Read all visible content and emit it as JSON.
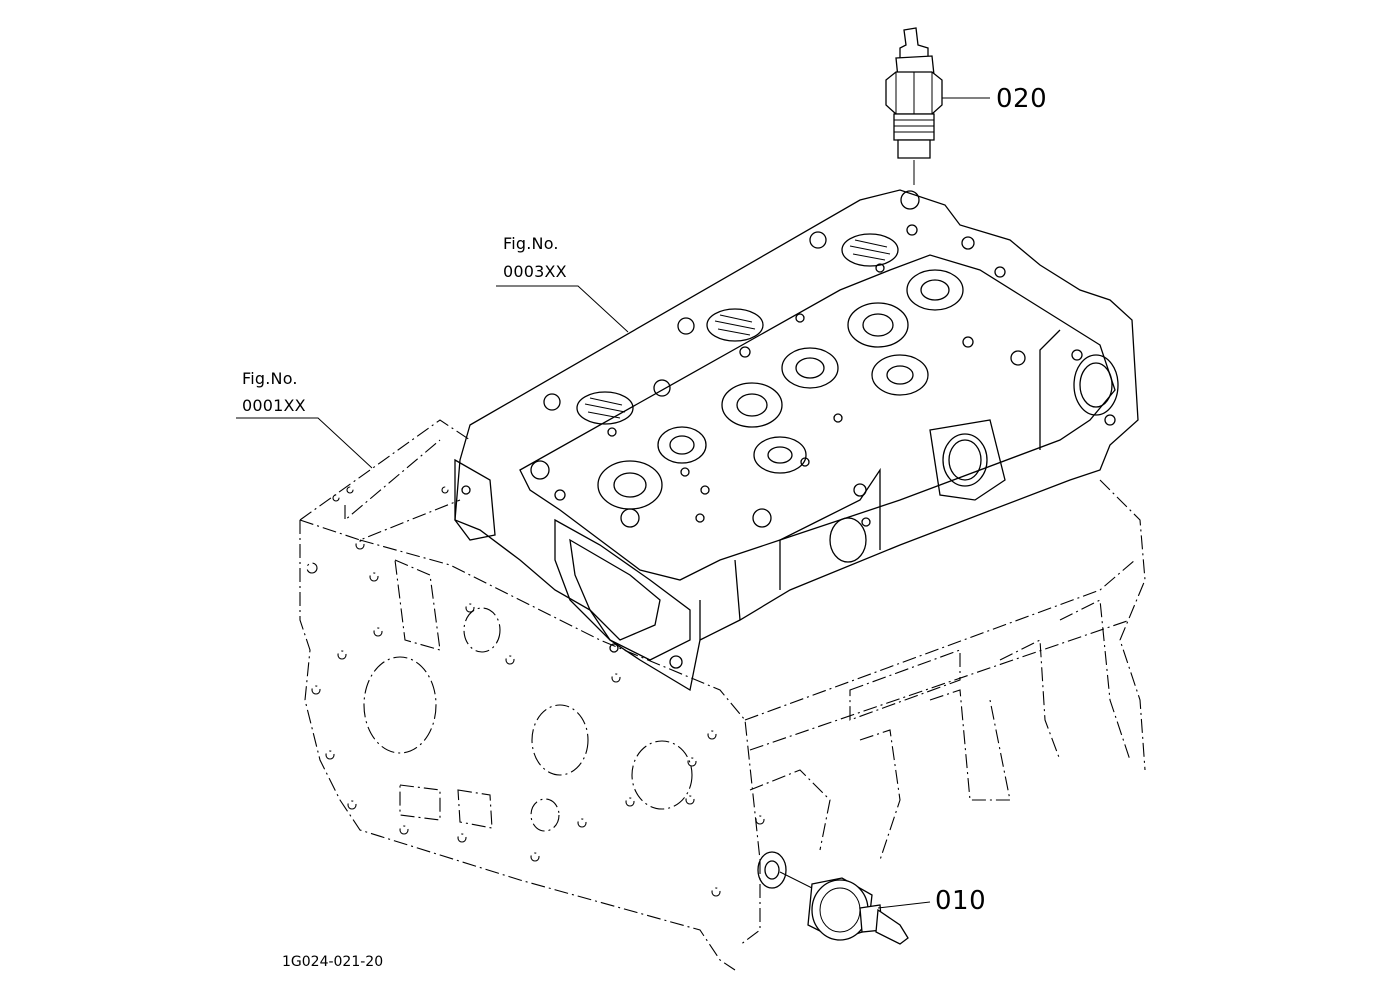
{
  "labels": {
    "fig_ref_head": {
      "line1": "Fig.No.",
      "line2": "0003XX"
    },
    "fig_ref_block": {
      "line1": "Fig.No.",
      "line2": "0001XX"
    },
    "part_020": "020",
    "part_010": "010",
    "drawing_code": "1G024-021-20"
  }
}
